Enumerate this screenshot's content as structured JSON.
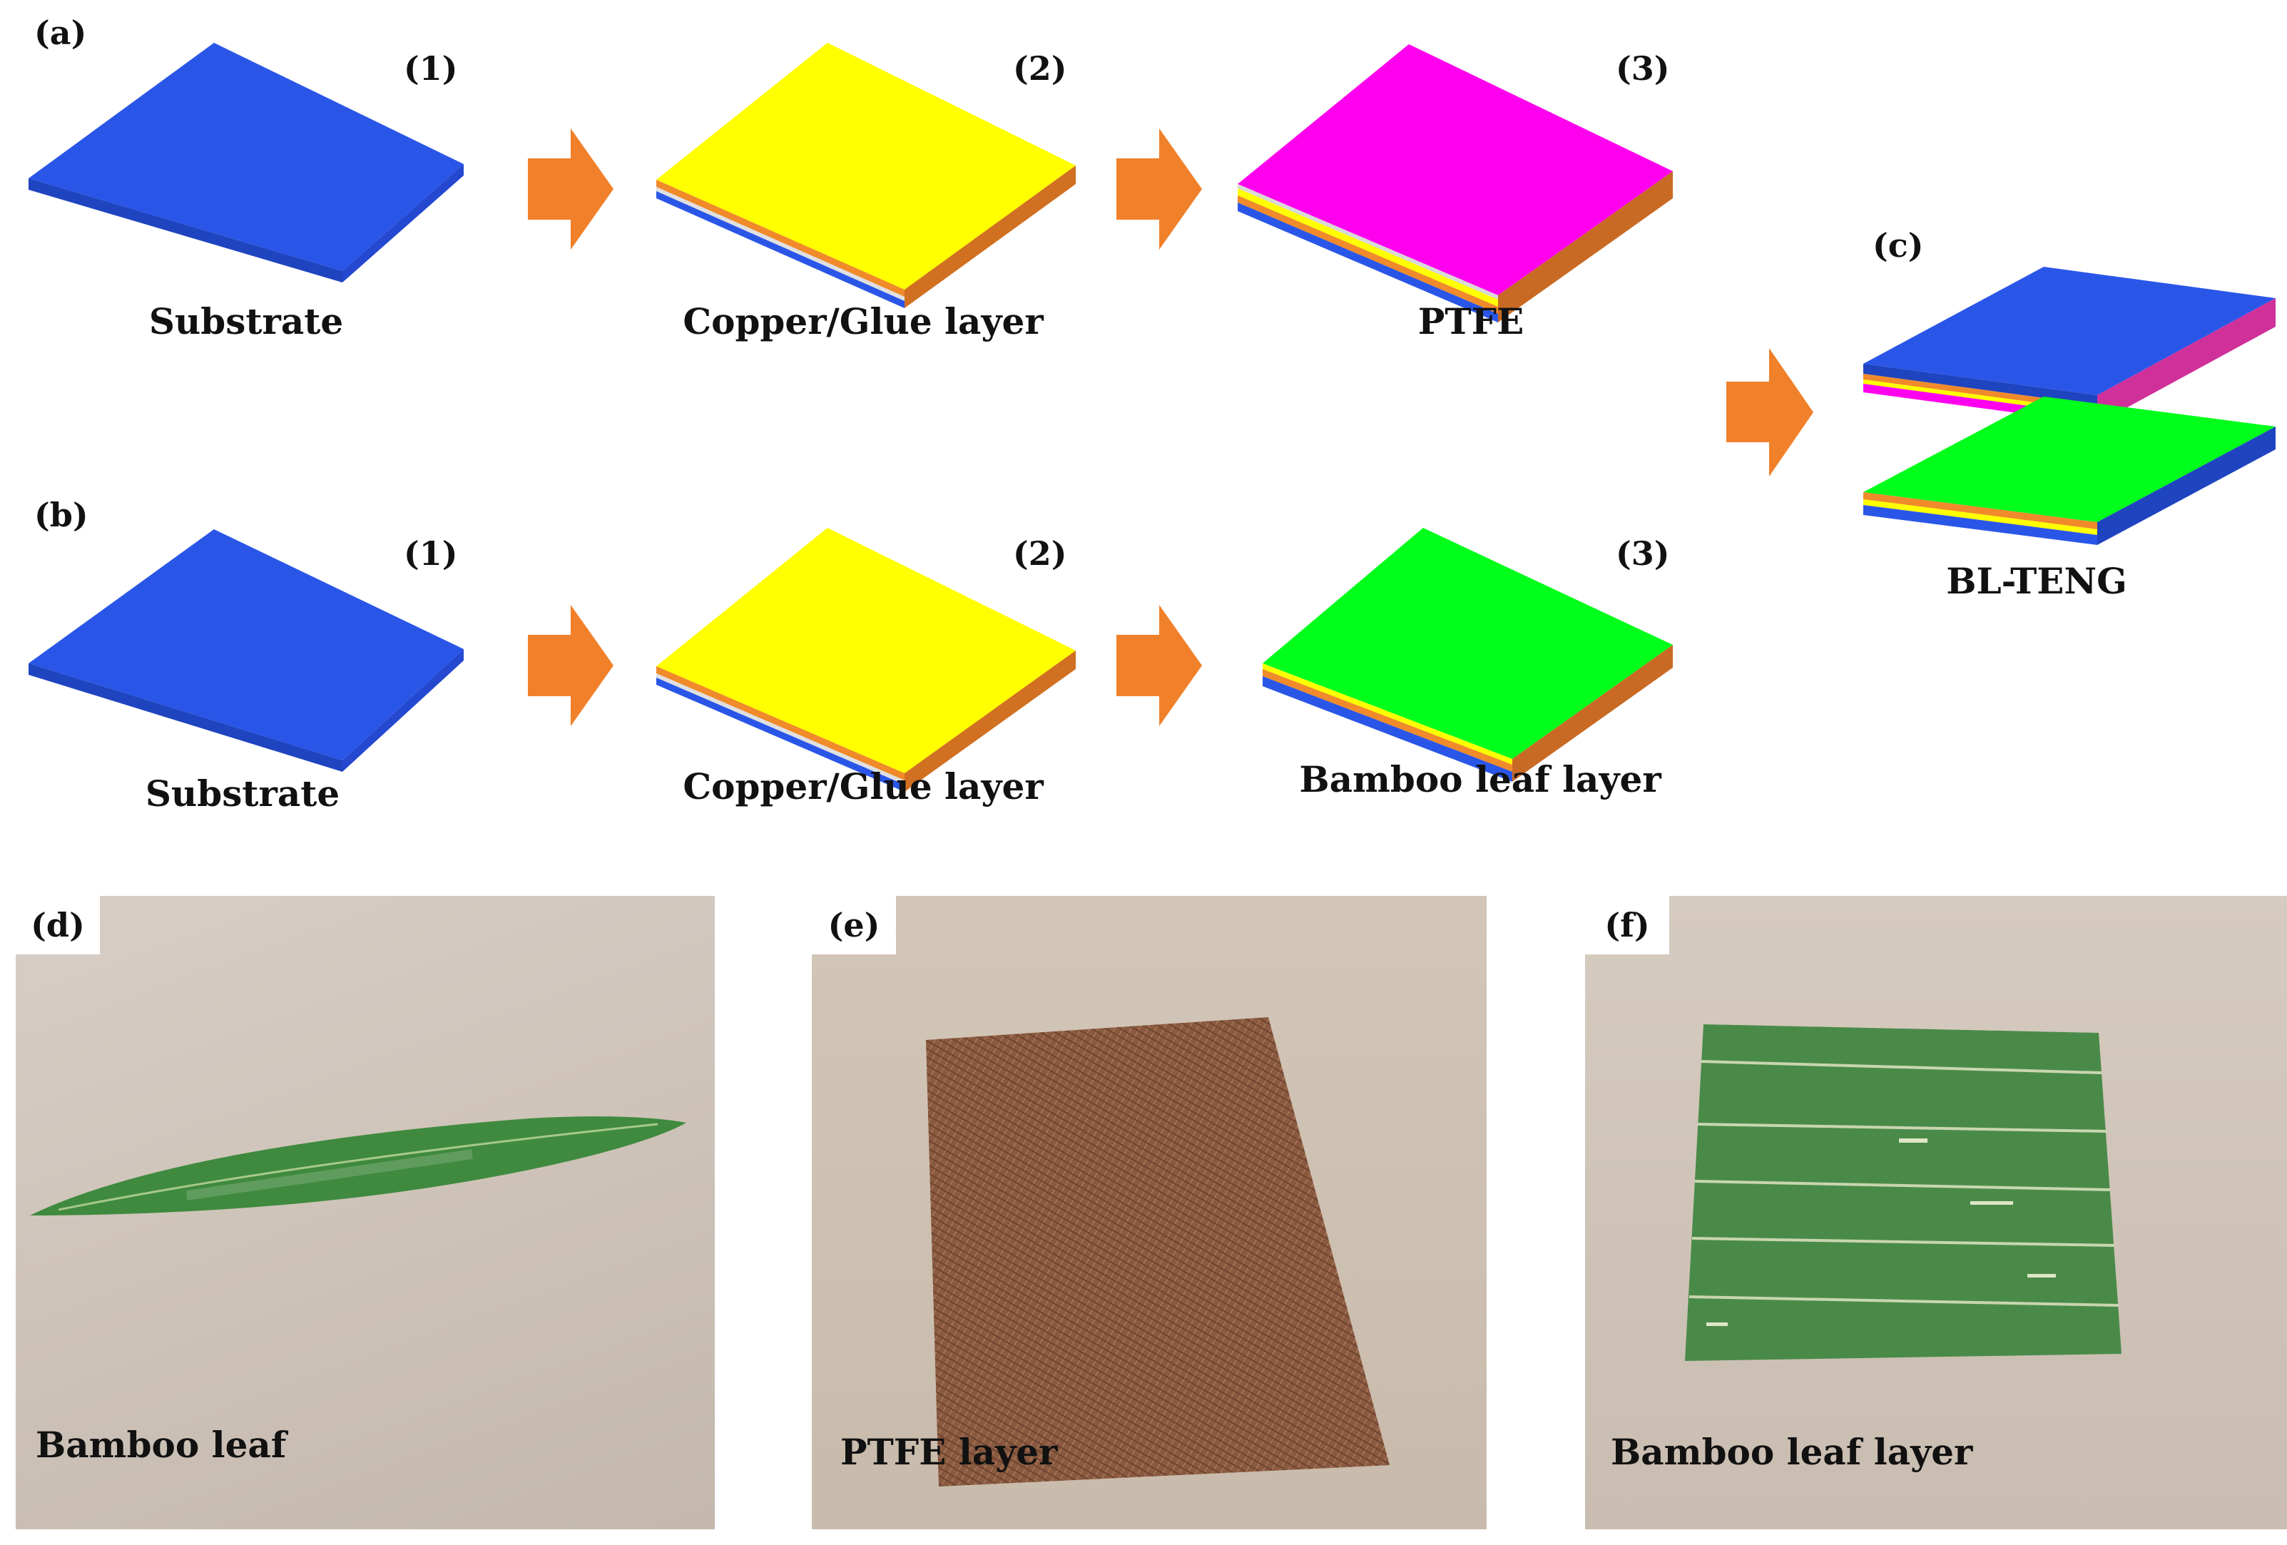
{
  "panels": {
    "a": "(a)",
    "b": "(b)",
    "c": "(c)",
    "d": "(d)",
    "e": "(e)",
    "f": "(f)"
  },
  "steps": {
    "s1": "(1)",
    "s2": "(2)",
    "s3": "(3)"
  },
  "captions": {
    "substrate": "Substrate",
    "copper_glue": "Copper/Glue layer",
    "ptfe": "PTFE",
    "bamboo_leaf_layer": "Bamboo leaf layer",
    "bl_teng": "BL-TENG"
  },
  "photos": {
    "d_caption": "Bamboo leaf",
    "e_caption": "PTFE layer",
    "f_caption": "Bamboo leaf layer"
  },
  "colors": {
    "substrate": "#2a56e8",
    "copper": "#f08a2a",
    "glue": "#e8e8e8",
    "electrode": "#ffff00",
    "ptfe": "#ff00ee",
    "bamboo_layer": "#00ff1a",
    "arrow": "#f0802a",
    "photo_bg": "#cfc4ba"
  }
}
